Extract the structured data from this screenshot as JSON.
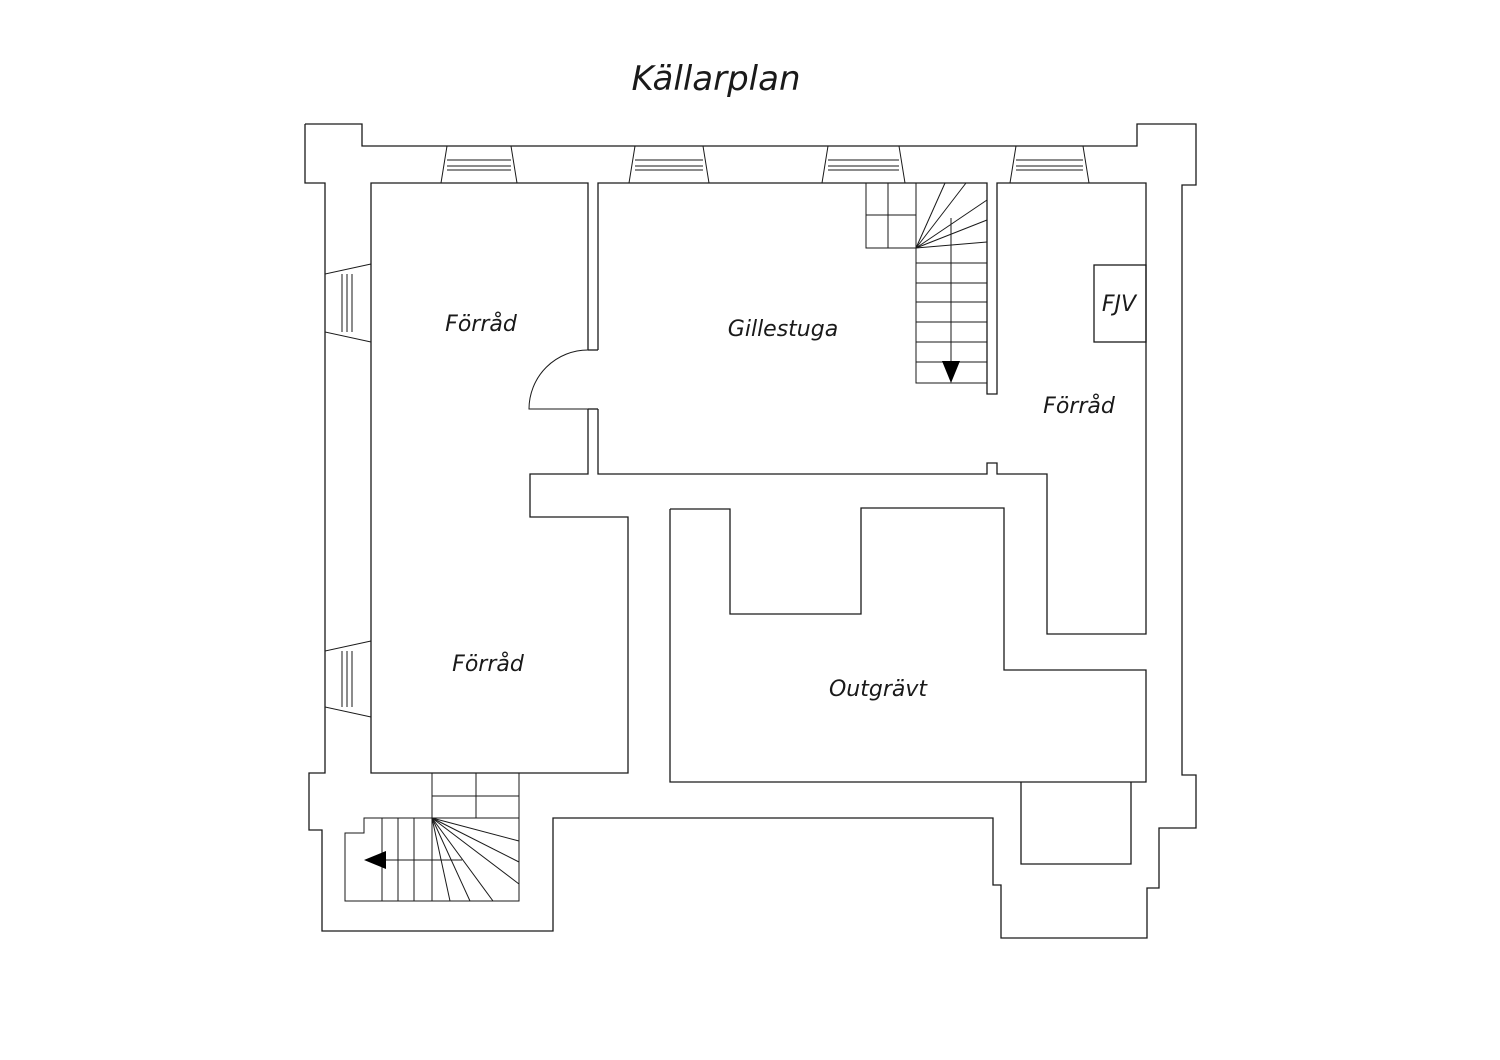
{
  "title": "Källarplan",
  "rooms": {
    "forrad_top_left": "Förråd",
    "gillestuga": "Gillestuga",
    "fjv": "FJV",
    "forrad_right": "Förråd",
    "forrad_bottom_left": "Förråd",
    "outgravt": "Outgrävt"
  }
}
